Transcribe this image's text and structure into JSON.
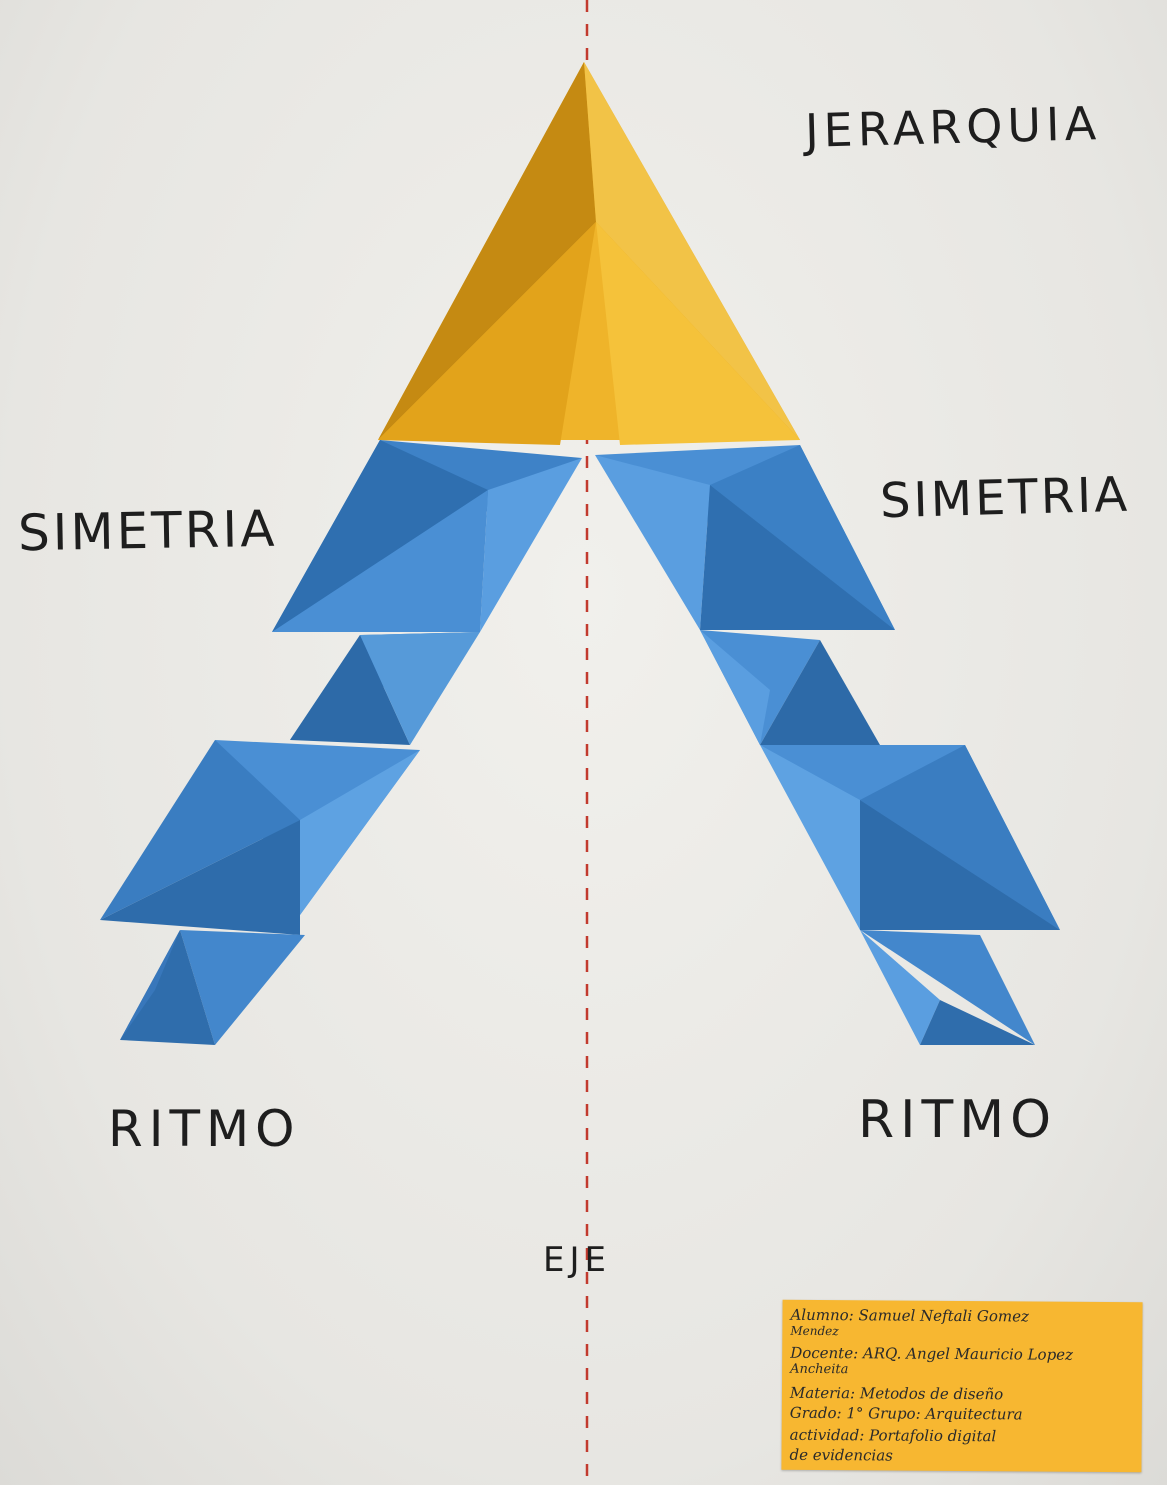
{
  "labels": {
    "hierarchy": "JERARQUIA",
    "symmetry_left": "SIMETRIA",
    "symmetry_right": "SIMETRIA",
    "rhythm_left": "RITMO",
    "rhythm_right": "RITMO",
    "axis": "EJE"
  },
  "note": {
    "line1": "Alumno: Samuel Neftali Gomez",
    "line2": "Mendez",
    "line3": "Docente: ARQ. Angel Mauricio Lopez",
    "line4": "Ancheita",
    "line5": "Materia: Metodos de diseño",
    "line6": "Grado: 1°  Grupo: Arquitectura",
    "line7": "actividad: Portafolio digital",
    "line8": "de evidencias"
  },
  "colors": {
    "paper": "#ecebe7",
    "gold": "#eab128",
    "blue": "#4a8fd4",
    "axis_line": "#c0392b",
    "note": "#f7b731"
  }
}
